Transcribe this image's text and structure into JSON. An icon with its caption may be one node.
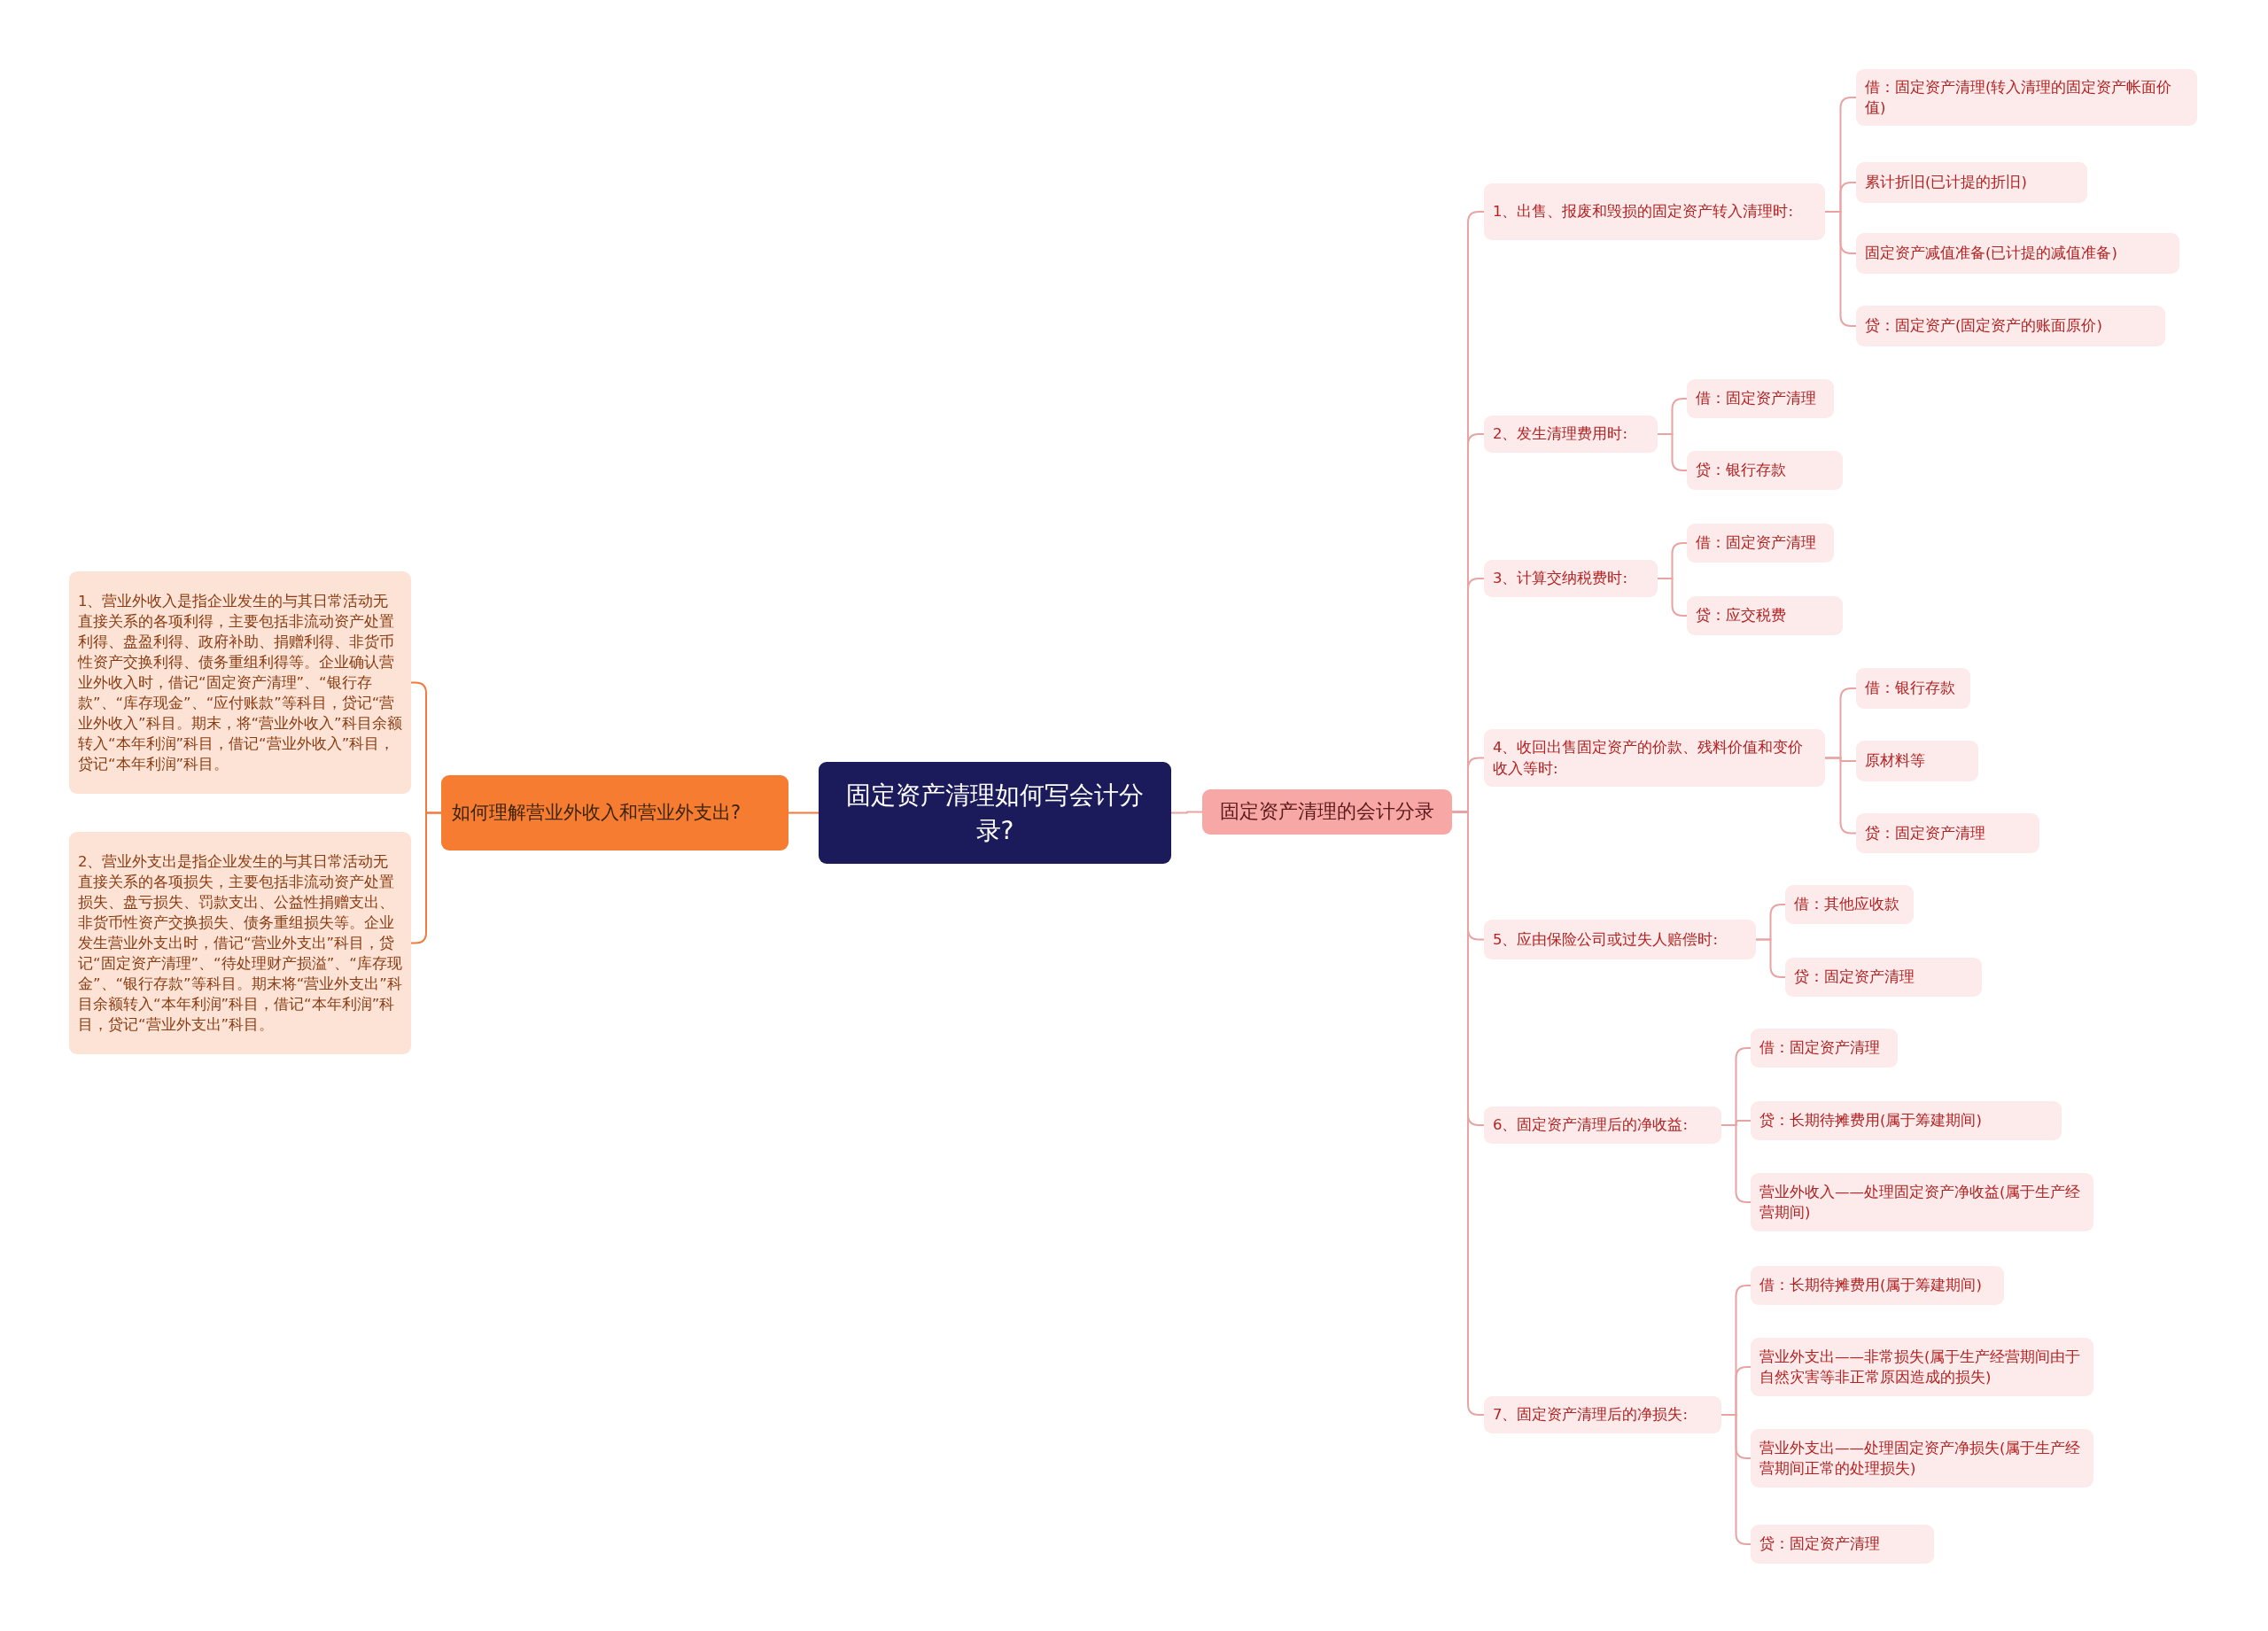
{
  "diagram": {
    "nodes": [
      {
        "text": [
          "固定资产清理如何写会计分录?"
        ]
      },
      {
        "text": [
          "如何理解营业外收入和营业外支出?"
        ]
      },
      {
        "text": [
          "1、营业外收入是指企业发生的与其日常活动无直接关系的各项利得，主要包括非流动资产处置利得、盘盈利得、政府补助、捐赠利得、非货币性资产交换利得、债务重组利得等。企业确认营业外收入时，借记“固定资产清理”、“银行存款”、“库存现金”、“应付账款”等科目，贷记“营业外收入”科目。期末，将“营业外收入”科目余额转入“本年利润”科目，借记“营业外收入”科目，贷记“本年利润”科目。"
        ]
      },
      {
        "text": [
          "2、营业外支出是指企业发生的与其日常活动无直接关系的各项损失，主要包括非流动资产处置损失、盘亏损失、罚款支出、公益性捐赠支出、非货币性资产交换损失、债务重组损失等。企业发生营业外支出时，借记“营业外支出”科目，贷记“固定资产清理”、“待处理财产损溢”、“库存现金”、“银行存款”等科目。期末将“营业外支出”科目余额转入“本年利润”科目，借记“本年利润”科目，贷记“营业外支出”科目。"
        ]
      },
      {
        "text": [
          "固定资产清理的会计分录"
        ]
      },
      {
        "text": [
          "1、出售、报废和毁损的固定资产转入清理时:"
        ]
      },
      {
        "text": [
          "借：固定资产清理(转入清理的固定资产帐面价值)"
        ]
      },
      {
        "text": [
          "累计折旧(已计提的折旧)"
        ]
      },
      {
        "text": [
          "固定资产减值准备(已计提的减值准备)"
        ]
      },
      {
        "text": [
          "贷：固定资产(固定资产的账面原价)"
        ]
      },
      {
        "text": [
          "2、发生清理费用时:"
        ]
      },
      {
        "text": [
          "借：固定资产清理"
        ]
      },
      {
        "text": [
          "贷：银行存款"
        ]
      },
      {
        "text": [
          "3、计算交纳税费时:"
        ]
      },
      {
        "text": [
          "借：固定资产清理"
        ]
      },
      {
        "text": [
          "贷：应交税费"
        ]
      },
      {
        "text": [
          "4、收回出售固定资产的价款、残料价值和变价收入等时:"
        ]
      },
      {
        "text": [
          "借：银行存款"
        ]
      },
      {
        "text": [
          "原材料等"
        ]
      },
      {
        "text": [
          "贷：固定资产清理"
        ]
      },
      {
        "text": [
          "5、应由保险公司或过失人赔偿时:"
        ]
      },
      {
        "text": [
          "借：其他应收款"
        ]
      },
      {
        "text": [
          "贷：固定资产清理"
        ]
      },
      {
        "text": [
          "6、固定资产清理后的净收益:"
        ]
      },
      {
        "text": [
          "借：固定资产清理"
        ]
      },
      {
        "text": [
          "贷：长期待摊费用(属于筹建期间)"
        ]
      },
      {
        "text": [
          "营业外收入——处理固定资产净收益(属于生产经营期间)"
        ]
      },
      {
        "text": [
          "7、固定资产清理后的净损失:"
        ]
      },
      {
        "text": [
          "借：长期待摊费用(属于筹建期间)"
        ]
      },
      {
        "text": [
          "营业外支出——非常损失(属于生产经营期间由于自然灾害等非正常原因造成的损失)"
        ]
      },
      {
        "text": [
          "营业外支出——处理固定资产净损失(属于生产经营期间正常的处理损失)"
        ]
      },
      {
        "text": [
          "贷：固定资产清理"
        ]
      }
    ],
    "edges": [
      {
        "from": 0,
        "to": 1,
        "arrow": "none",
        "color": "#f07b3c"
      },
      {
        "from": 1,
        "to": 2,
        "arrow": "none",
        "color": "#f07b3c"
      },
      {
        "from": 1,
        "to": 3,
        "arrow": "none",
        "color": "#f07b3c"
      },
      {
        "from": 0,
        "to": 4,
        "arrow": "none"
      },
      {
        "from": 4,
        "to": 5,
        "arrow": "none"
      },
      {
        "from": 5,
        "to": 6,
        "arrow": "none"
      },
      {
        "from": 5,
        "to": 7,
        "arrow": "none"
      },
      {
        "from": 5,
        "to": 8,
        "arrow": "none"
      },
      {
        "from": 5,
        "to": 9,
        "arrow": "none"
      },
      {
        "from": 4,
        "to": 10,
        "arrow": "none"
      },
      {
        "from": 10,
        "to": 11,
        "arrow": "none"
      },
      {
        "from": 10,
        "to": 12,
        "arrow": "none"
      },
      {
        "from": 4,
        "to": 13,
        "arrow": "none"
      },
      {
        "from": 13,
        "to": 14,
        "arrow": "none"
      },
      {
        "from": 13,
        "to": 15,
        "arrow": "none"
      },
      {
        "from": 4,
        "to": 16,
        "arrow": "none"
      },
      {
        "from": 16,
        "to": 17,
        "arrow": "none"
      },
      {
        "from": 16,
        "to": 18,
        "arrow": "none"
      },
      {
        "from": 16,
        "to": 19,
        "arrow": "none"
      },
      {
        "from": 4,
        "to": 20,
        "arrow": "none"
      },
      {
        "from": 20,
        "to": 21,
        "arrow": "none"
      },
      {
        "from": 20,
        "to": 22,
        "arrow": "none"
      },
      {
        "from": 4,
        "to": 23,
        "arrow": "none"
      },
      {
        "from": 23,
        "to": 24,
        "arrow": "none"
      },
      {
        "from": 23,
        "to": 25,
        "arrow": "none"
      },
      {
        "from": 23,
        "to": 26,
        "arrow": "none"
      },
      {
        "from": 4,
        "to": 27,
        "arrow": "none"
      },
      {
        "from": 27,
        "to": 28,
        "arrow": "none"
      },
      {
        "from": 27,
        "to": 29,
        "arrow": "none"
      },
      {
        "from": 27,
        "to": 30,
        "arrow": "none"
      },
      {
        "from": 27,
        "to": 31,
        "arrow": "none"
      }
    ]
  }
}
